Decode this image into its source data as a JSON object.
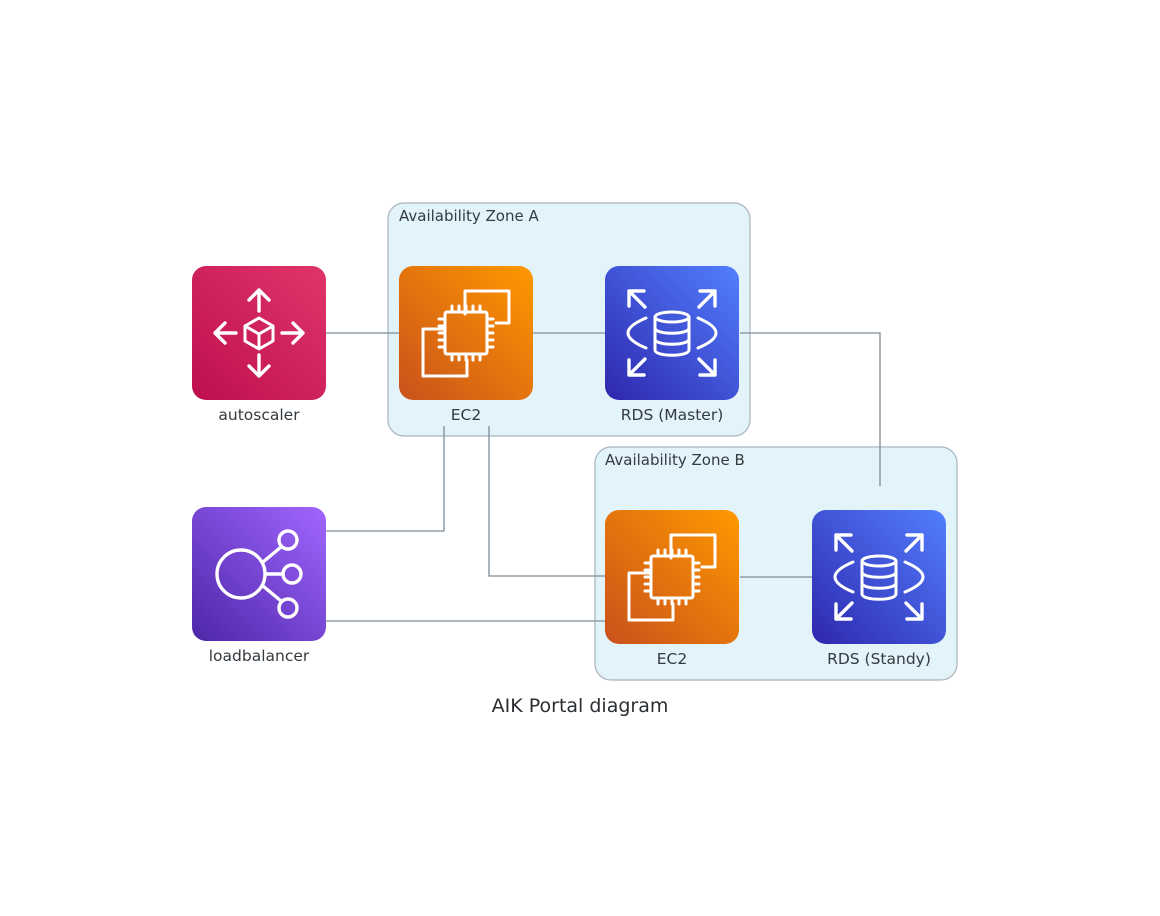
{
  "diagram": {
    "caption": "AIK Portal diagram",
    "zones": [
      {
        "id": "zone-a",
        "label": "Availability Zone A"
      },
      {
        "id": "zone-b",
        "label": "Availability Zone B"
      }
    ],
    "nodes": [
      {
        "id": "autoscaler",
        "label": "autoscaler",
        "icon": "autoscaling-icon",
        "colors": [
          "#bd0f4f",
          "#e0356a"
        ]
      },
      {
        "id": "loadbalancer",
        "label": "loadbalancer",
        "icon": "elastic-load-balancing-icon",
        "colors": [
          "#4d27a8",
          "#a166ff"
        ]
      },
      {
        "id": "ec2-a",
        "label": "EC2",
        "icon": "ec2-icon",
        "colors": [
          "#c8511b",
          "#ff9900"
        ]
      },
      {
        "id": "rds-master",
        "label": "RDS (Master)",
        "icon": "rds-icon",
        "colors": [
          "#2e27ad",
          "#527fff"
        ]
      },
      {
        "id": "ec2-b",
        "label": "EC2",
        "icon": "ec2-icon",
        "colors": [
          "#c8511b",
          "#ff9900"
        ]
      },
      {
        "id": "rds-standby",
        "label": "RDS (Standy)",
        "icon": "rds-icon",
        "colors": [
          "#2e27ad",
          "#527fff"
        ]
      }
    ],
    "edges": [
      {
        "from": "autoscaler",
        "to": "ec2-a"
      },
      {
        "from": "ec2-a",
        "to": "rds-master"
      },
      {
        "from": "rds-master",
        "to": "rds-standby"
      },
      {
        "from": "loadbalancer",
        "to": "ec2-a"
      },
      {
        "from": "ec2-a",
        "to": "ec2-b"
      },
      {
        "from": "loadbalancer",
        "to": "ec2-b"
      },
      {
        "from": "ec2-b",
        "to": "rds-standby"
      }
    ],
    "edge_color": "#7d8c99",
    "zone_fill": "#e3f3fa"
  }
}
